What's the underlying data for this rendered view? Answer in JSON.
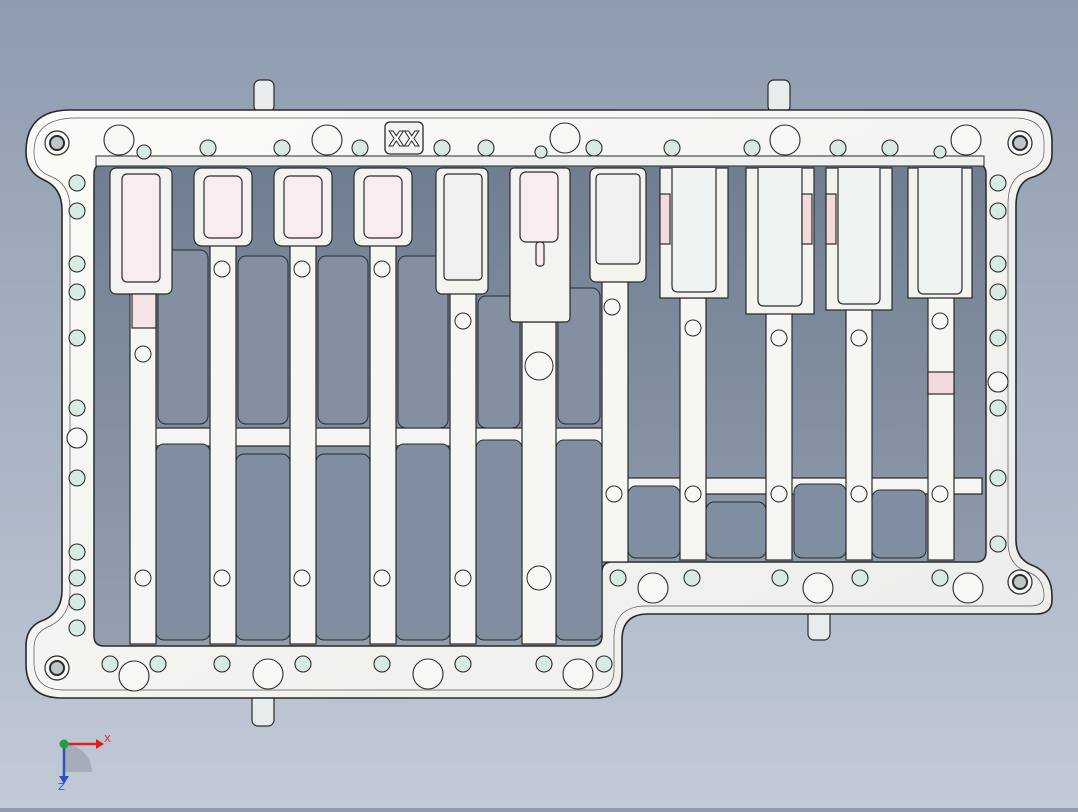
{
  "engraving": {
    "text": "XX"
  },
  "triad": {
    "x_label": "X",
    "z_label": "Z"
  },
  "colors": {
    "background_top": "#8e9cb0",
    "background_bottom": "#c2cad6",
    "part_face": "#f7f7f4",
    "edge": "#2a2a2a",
    "cavity": "#7d8b9c",
    "hole_tint": "#d7ebe4",
    "axis_x": "#e0201e",
    "axis_y": "#21a33b",
    "axis_z": "#2b53c9"
  }
}
